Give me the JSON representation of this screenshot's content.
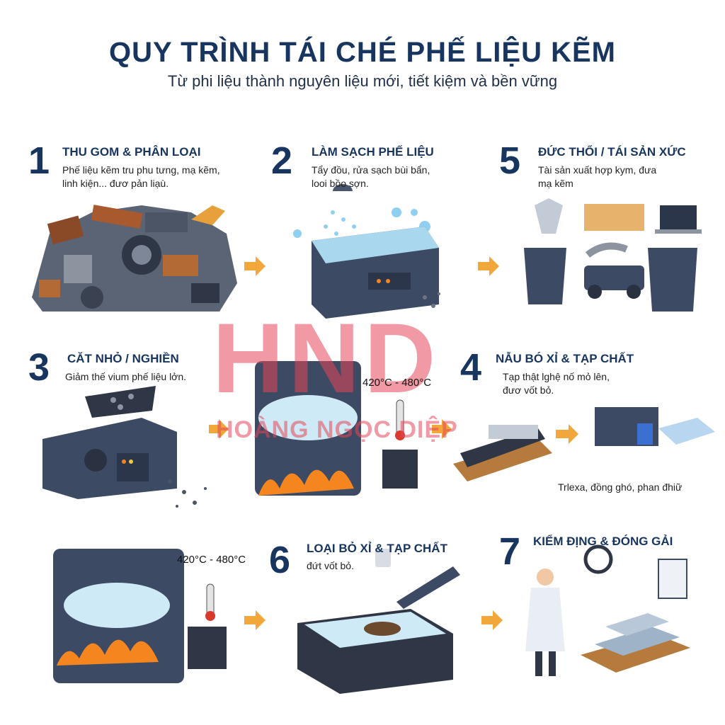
{
  "header": {
    "title": "QUY TRÌNH TÁI CHÉ PHẾ LIỆU KẼM",
    "subtitle": "Từ phi liệu thành nguyên liệu mới, tiết kiệm và bền vững"
  },
  "steps": [
    {
      "number": "1",
      "title": "THU GOM & PHÂN LOẠI",
      "desc": "Phế liệu kẽm tru phu tưng, mạ kẽm,\nlinh kiện... đươ pản liạù."
    },
    {
      "number": "2",
      "title": "LÀM SẠCH PHẾ LIỆU",
      "desc": "Tẩy đồu, rửa sạch bùi bẩn,\nlooi bồo sợn."
    },
    {
      "number": "5",
      "title": "ĐỨC THỔI / TÁI SẢN XỨC",
      "desc": "Tài sản xuất hợp kym, đưa\nmạ kẽm"
    },
    {
      "number": "3",
      "title": "CĂT NHỎ / NGHIỀN",
      "desc": "Giảm thế vium phế liệu lởn."
    },
    {
      "number": "4",
      "title": "NẪU BÓ XỈ & TẠP CHẤT",
      "desc": "Tạp thật lghệ nố mỏ lên,\nđươ vốt bỏ."
    },
    {
      "number": "6",
      "title": "LOẠI BỎ XỈ & TẠP CHẤT",
      "desc": "đứt vốt bỏ."
    },
    {
      "number": "7",
      "title": "KIỂM ĐỊNG & ĐÓNG GẢI",
      "desc": ""
    }
  ],
  "temps": {
    "upper": "420°C - 480°C",
    "lower": "420°C - 480°C"
  },
  "note_products": "Trlexa, đồng ghó, phan đhiữ",
  "watermark": {
    "logo": "HND",
    "name": "HOÀNG NGỌC DIỆP"
  },
  "colors": {
    "navy": "#17355f",
    "arrow": "#f2a73b",
    "metal": "#3d4a63",
    "fire": "#f5861f",
    "water": "#bfe3f5"
  }
}
